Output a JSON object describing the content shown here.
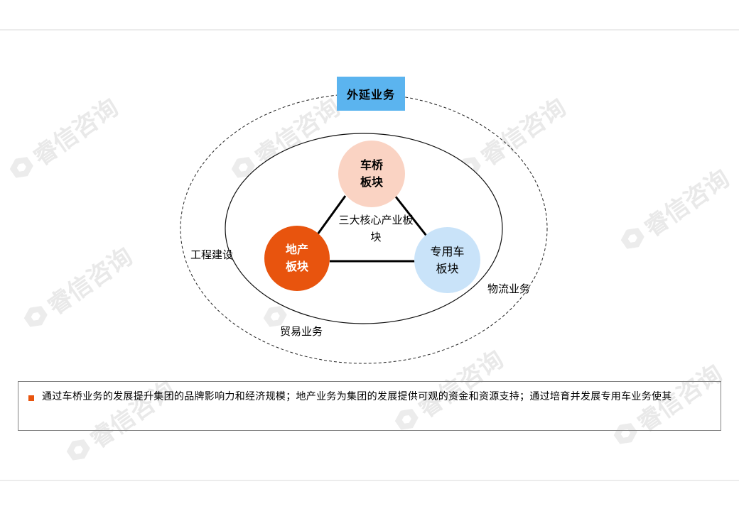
{
  "watermark": {
    "text": "睿信咨询"
  },
  "diagram": {
    "outer_label": "外延业务",
    "core_label": "三大核心产业板块",
    "nodes": {
      "bridge": {
        "line1": "车桥",
        "line2": "板块",
        "color": "#fad3c3"
      },
      "estate": {
        "line1": "地产",
        "line2": "板块",
        "color": "#e8540e"
      },
      "special": {
        "line1": "专用车",
        "line2": "板块",
        "color": "#c9e3f9"
      }
    },
    "peripheral": {
      "engineering": "工程建设",
      "logistics": "物流业务",
      "trade": "贸易业务"
    }
  },
  "note": {
    "text": "通过车桥业务的发展提升集团的品牌影响力和经济规模；地产业务为集团的发展提供可观的资金和资源支持；通过培育并发展专用车业务使其",
    "bullet_color": "#e8540e"
  }
}
